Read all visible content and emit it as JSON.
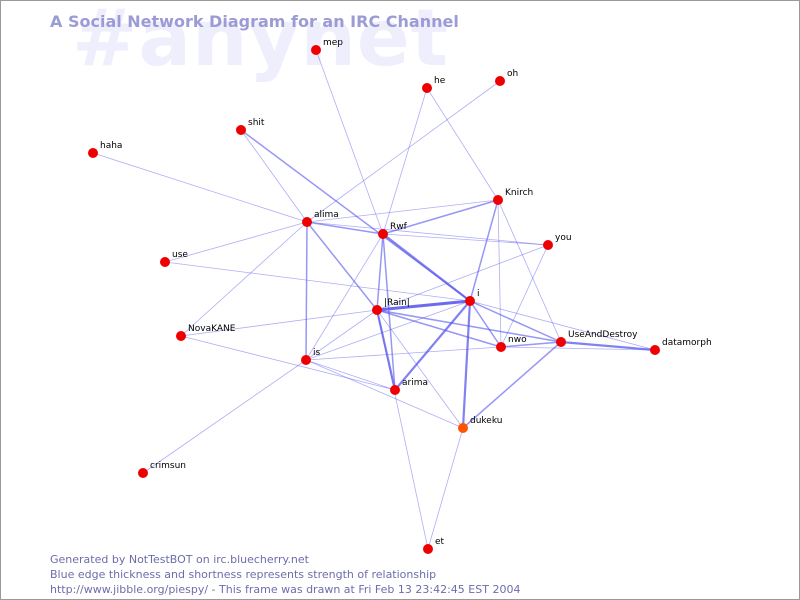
{
  "title": "A Social Network Diagram for an IRC Channel",
  "channel_watermark": "#anynet",
  "footer": {
    "line1": "Generated by NotTestBOT on irc.bluecherry.net",
    "line2": "Blue edge thickness and shortness represents strength of relationship",
    "line3": "http://www.jibble.org/piespy/ - This frame was drawn at Fri Feb 13 23:42:45 EST 2004"
  },
  "colors": {
    "node": "#ee0000",
    "node_recent": "#ff5500",
    "edge": "#5555ee",
    "title": "#9b9bd6",
    "watermark": "#eeeefc",
    "footer": "#6d6dab"
  },
  "nodes": [
    {
      "id": "mep",
      "label": "mep"
    },
    {
      "id": "he",
      "label": "he"
    },
    {
      "id": "oh",
      "label": "oh"
    },
    {
      "id": "shit",
      "label": "shit"
    },
    {
      "id": "haha",
      "label": "haha"
    },
    {
      "id": "Knirch",
      "label": "Knirch"
    },
    {
      "id": "alima",
      "label": "alima"
    },
    {
      "id": "Rwf",
      "label": "Rwf"
    },
    {
      "id": "you",
      "label": "you"
    },
    {
      "id": "use",
      "label": "use"
    },
    {
      "id": "Rain",
      "label": "|Rain|"
    },
    {
      "id": "i",
      "label": "i"
    },
    {
      "id": "NovaKANE",
      "label": "NovaKANE"
    },
    {
      "id": "UseAndDestroy",
      "label": "UseAndDestroy"
    },
    {
      "id": "nwo",
      "label": "nwo"
    },
    {
      "id": "datamorph",
      "label": "datamorph"
    },
    {
      "id": "is",
      "label": "is"
    },
    {
      "id": "arima",
      "label": "arima"
    },
    {
      "id": "dukeku",
      "label": "dukeku",
      "recent": true
    },
    {
      "id": "crimsun",
      "label": "crimsun"
    },
    {
      "id": "et",
      "label": "et"
    }
  ],
  "edges": [
    {
      "source": "mep",
      "target": "Rwf",
      "weight": 1
    },
    {
      "source": "he",
      "target": "Rwf",
      "weight": 1
    },
    {
      "source": "he",
      "target": "Knirch",
      "weight": 1
    },
    {
      "source": "oh",
      "target": "alima",
      "weight": 1
    },
    {
      "source": "haha",
      "target": "alima",
      "weight": 1
    },
    {
      "source": "shit",
      "target": "alima",
      "weight": 1
    },
    {
      "source": "shit",
      "target": "i",
      "weight": 2
    },
    {
      "source": "Knirch",
      "target": "alima",
      "weight": 1
    },
    {
      "source": "Knirch",
      "target": "Rwf",
      "weight": 2
    },
    {
      "source": "Knirch",
      "target": "i",
      "weight": 2
    },
    {
      "source": "Knirch",
      "target": "nwo",
      "weight": 1
    },
    {
      "source": "Knirch",
      "target": "UseAndDestroy",
      "weight": 1
    },
    {
      "source": "alima",
      "target": "Rwf",
      "weight": 2
    },
    {
      "source": "alima",
      "target": "use",
      "weight": 1
    },
    {
      "source": "alima",
      "target": "NovaKANE",
      "weight": 1
    },
    {
      "source": "alima",
      "target": "is",
      "weight": 2
    },
    {
      "source": "alima",
      "target": "Rain",
      "weight": 2
    },
    {
      "source": "alima",
      "target": "you",
      "weight": 1
    },
    {
      "source": "Rwf",
      "target": "you",
      "weight": 1
    },
    {
      "source": "Rwf",
      "target": "i",
      "weight": 3
    },
    {
      "source": "Rwf",
      "target": "Rain",
      "weight": 2
    },
    {
      "source": "Rwf",
      "target": "is",
      "weight": 1
    },
    {
      "source": "Rwf",
      "target": "arima",
      "weight": 2
    },
    {
      "source": "you",
      "target": "Rain",
      "weight": 1
    },
    {
      "source": "you",
      "target": "nwo",
      "weight": 1
    },
    {
      "source": "use",
      "target": "i",
      "weight": 1
    },
    {
      "source": "Rain",
      "target": "i",
      "weight": 4
    },
    {
      "source": "Rain",
      "target": "NovaKANE",
      "weight": 1
    },
    {
      "source": "Rain",
      "target": "nwo",
      "weight": 2
    },
    {
      "source": "Rain",
      "target": "UseAndDestroy",
      "weight": 2
    },
    {
      "source": "Rain",
      "target": "arima",
      "weight": 3
    },
    {
      "source": "Rain",
      "target": "is",
      "weight": 1
    },
    {
      "source": "Rain",
      "target": "dukeku",
      "weight": 1
    },
    {
      "source": "Rain",
      "target": "et",
      "weight": 1
    },
    {
      "source": "i",
      "target": "nwo",
      "weight": 2
    },
    {
      "source": "i",
      "target": "UseAndDestroy",
      "weight": 2
    },
    {
      "source": "i",
      "target": "arima",
      "weight": 3
    },
    {
      "source": "i",
      "target": "dukeku",
      "weight": 3
    },
    {
      "source": "i",
      "target": "datamorph",
      "weight": 1
    },
    {
      "source": "i",
      "target": "is",
      "weight": 1
    },
    {
      "source": "NovaKANE",
      "target": "arima",
      "weight": 1
    },
    {
      "source": "nwo",
      "target": "UseAndDestroy",
      "weight": 2
    },
    {
      "source": "nwo",
      "target": "is",
      "weight": 1
    },
    {
      "source": "UseAndDestroy",
      "target": "datamorph",
      "weight": 3
    },
    {
      "source": "UseAndDestroy",
      "target": "dukeku",
      "weight": 2
    },
    {
      "source": "is",
      "target": "arima",
      "weight": 1
    },
    {
      "source": "is",
      "target": "dukeku",
      "weight": 1
    },
    {
      "source": "is",
      "target": "crimsun",
      "weight": 1
    },
    {
      "source": "nwo",
      "target": "datamorph",
      "weight": 1
    },
    {
      "source": "dukeku",
      "target": "et",
      "weight": 1
    }
  ]
}
